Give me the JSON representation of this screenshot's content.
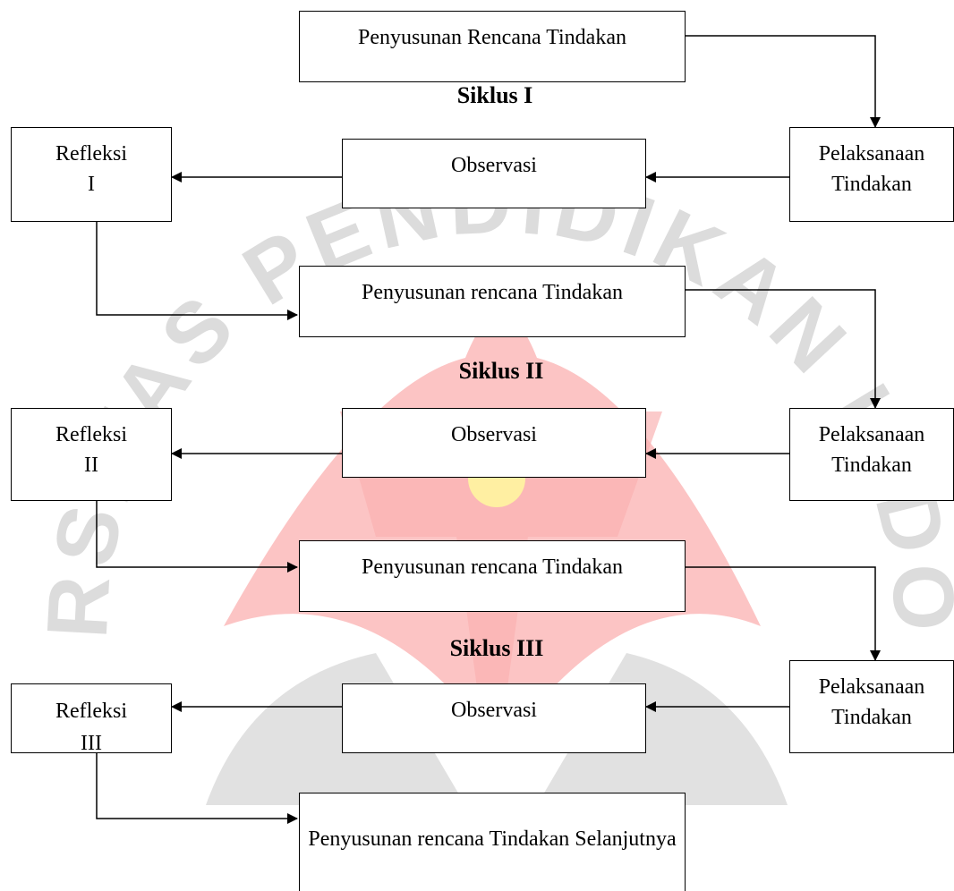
{
  "colors": {
    "stroke": "#000000",
    "watermark_red": "#fbb0b0",
    "watermark_gray": "#cfcfcf",
    "watermark_yellow": "#fff5a0"
  },
  "watermark": {
    "text": "UNIVERSITAS PENDIDIKAN INDONESIA"
  },
  "cycles": [
    {
      "title": "Siklus I",
      "plan": "Penyusunan Rencana Tindakan",
      "execution": [
        "Pelaksanaan",
        "Tindakan"
      ],
      "observation": "Observasi",
      "reflection": [
        "Refleksi",
        "I"
      ]
    },
    {
      "title": "Siklus II",
      "plan": "Penyusunan rencana Tindakan",
      "execution": [
        "Pelaksanaan",
        "Tindakan"
      ],
      "observation": "Observasi",
      "reflection": [
        "Refleksi",
        "II"
      ]
    },
    {
      "title": "Siklus III",
      "plan": "Penyusunan rencana Tindakan",
      "execution": [
        "Pelaksanaan",
        "Tindakan"
      ],
      "observation": "Observasi",
      "reflection": [
        "Refleksi",
        "III"
      ]
    }
  ],
  "final_plan": "Penyusunan rencana Tindakan Selanjutnya"
}
